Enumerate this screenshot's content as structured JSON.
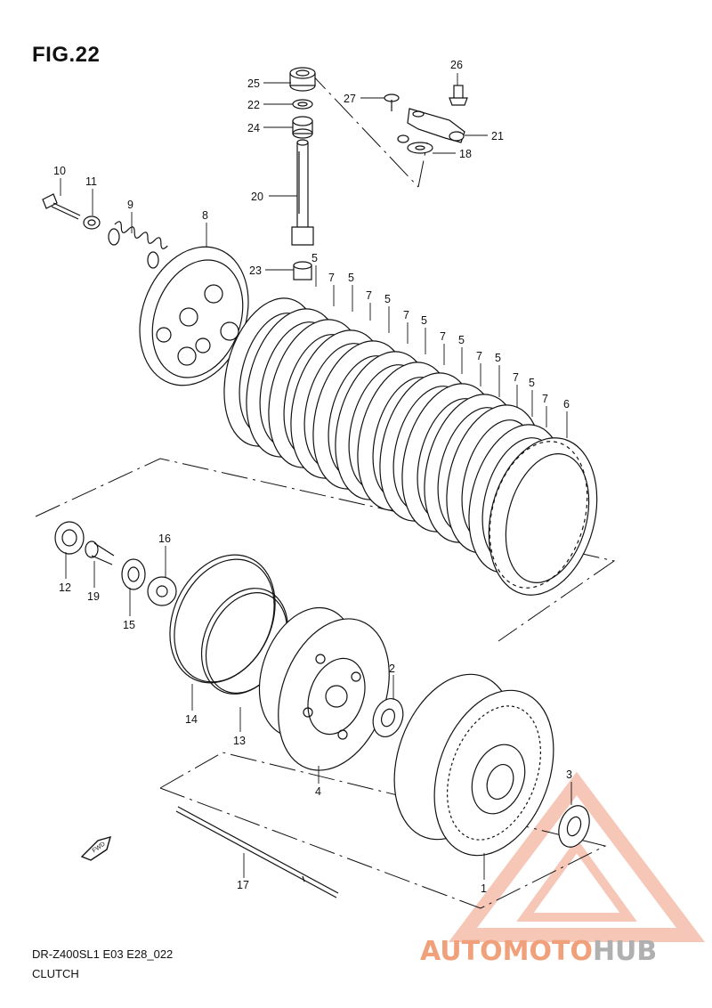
{
  "figure": {
    "title": "FIG.22",
    "model_code": "DR-Z400SL1 E03 E28_022",
    "section": "CLUTCH"
  },
  "callouts": [
    "1",
    "2",
    "3",
    "4",
    "5",
    "6",
    "7",
    "8",
    "9",
    "10",
    "11",
    "12",
    "13",
    "14",
    "15",
    "16",
    "17",
    "18",
    "19",
    "20",
    "21",
    "22",
    "23",
    "24",
    "25",
    "26",
    "27"
  ],
  "fwd_marker": "FWD",
  "watermark": {
    "part1": "AUTOMOTO",
    "part2": "HUB",
    "color_accent": "#f0a07a",
    "color_dark": "#b0b0b0"
  }
}
